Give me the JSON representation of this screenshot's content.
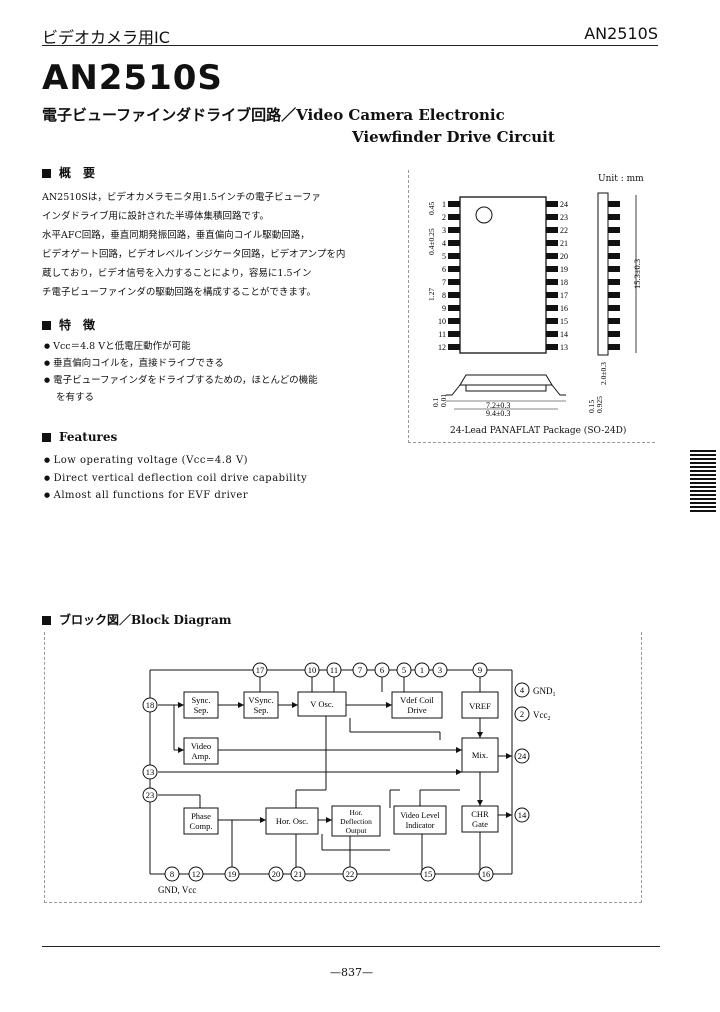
{
  "header": {
    "category": "ビデオカメラ用IC",
    "part_code": "AN2510S"
  },
  "title": {
    "part_number": "AN2510S",
    "line1": "電子ビューファインダドライブ回路／Video Camera Electronic",
    "line2": "Viewfinder Drive Circuit"
  },
  "overview": {
    "heading": "概　要",
    "lines": [
      "AN2510Sは，ビデオカメラモニタ用1.5インチの電子ビューファ",
      "インダドライブ用に設計された半導体集積回路です。",
      "水平AFC回路，垂直同期発振回路，垂直偏向コイル駆動回路，",
      "ビデオゲート回路，ビデオレベルインジケータ回路，ビデオアンプを内",
      "蔵しており，ビデオ信号を入力することにより，容易に1.5イン",
      "チ電子ビューファインダの駆動回路を構成することができます。"
    ]
  },
  "features_jp": {
    "heading": "特　徴",
    "items": [
      "Vcc＝4.8 Vと低電圧動作が可能",
      "垂直偏向コイルを，直接ドライブできる",
      "電子ビューファインダをドライブするための，ほとんどの機能",
      "を有する"
    ]
  },
  "features_en": {
    "heading": "Features",
    "items": [
      "Low operating voltage (Vcc=4.8 V)",
      "Direct vertical deflection coil drive capability",
      "Almost all functions for EVF driver"
    ]
  },
  "package": {
    "unit": "Unit : mm",
    "caption": "24-Lead PANAFLAT Package (SO-24D)",
    "left_pins": [
      "1",
      "2",
      "3",
      "4",
      "5",
      "6",
      "7",
      "8",
      "9",
      "10",
      "11",
      "12"
    ],
    "right_pins": [
      "24",
      "23",
      "22",
      "21",
      "20",
      "19",
      "18",
      "17",
      "16",
      "15",
      "14",
      "13"
    ],
    "dims": {
      "pitch_top": "0.4±0.25",
      "pitch_top2": "0.45",
      "pitch": "1.27",
      "height": "15.3±0.3",
      "body_h": "2.0±0.3",
      "lead_t": "0.15",
      "lead_w": "0.925",
      "standoff": "0.1",
      "standoff2": "0.01",
      "width1": "7.2±0.3",
      "width2": "9.4±0.3"
    }
  },
  "block_diagram": {
    "heading": "ブロック図／Block Diagram",
    "blocks": {
      "sync_sep": [
        "Sync.",
        "Sep."
      ],
      "vsync_sep": [
        "VSync.",
        "Sep."
      ],
      "v_osc": "V Osc.",
      "vdef_coil": [
        "Vdef Coil",
        "Drive"
      ],
      "vref": "VREF",
      "video_amp": [
        "Video",
        "Amp."
      ],
      "mix": "Mix.",
      "phase_comp": [
        "Phase",
        "Comp."
      ],
      "hor_osc": "Hor. Osc.",
      "hor_defl": [
        "Hor.",
        "Deflection",
        "Output"
      ],
      "video_level": [
        "Video Level",
        "Indicator"
      ],
      "chr_gate": [
        "CHR",
        "Gate"
      ]
    },
    "pins_top": [
      "17",
      "10",
      "11",
      "7",
      "6",
      "5",
      "1",
      "3",
      "9"
    ],
    "pins_bottom": [
      "8",
      "12",
      "19",
      "20",
      "21",
      "22",
      "15",
      "16"
    ],
    "pins_left": [
      "18",
      "13",
      "23"
    ],
    "pins_right": [
      "4",
      "2",
      "24",
      "14"
    ],
    "label_gnd1": "GND",
    "label_gnd1_sub": "1",
    "label_vcc2": "Vcc",
    "label_vcc2_sub": "2",
    "label_bottom": "GND, Vcc"
  },
  "page_number": "—837—"
}
